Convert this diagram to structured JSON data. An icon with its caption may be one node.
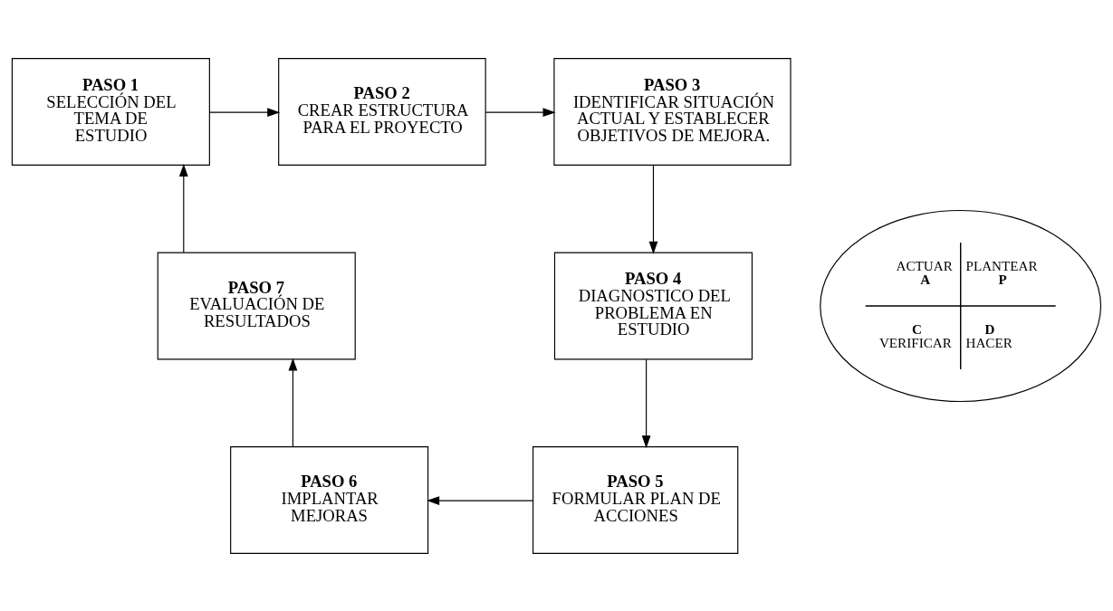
{
  "diagram": {
    "nodes": [
      {
        "text": [
          "PASO 1",
          "SELECCIÓN DEL TEMA DE ESTUDIO"
        ]
      },
      {
        "text": [
          "PASO 2",
          "CREAR ESTRUCTURA PARA EL PROYECTO"
        ]
      },
      {
        "text": [
          "PASO 3",
          "IDENTIFICAR SITUACIÓN ACTUAL Y ESTABLECER OBJETIVOS DE MEJORA."
        ]
      },
      {
        "text": [
          "PASO 7",
          "EVALUACIÓN DE RESULTADOS"
        ]
      },
      {
        "text": [
          "ACTUAR",
          "A",
          "PLANTEAR",
          "P",
          "C",
          "VERIFICAR",
          "D",
          "HACER"
        ]
      },
      {
        "text": [
          "PASO 4",
          "DIAGNOSTICO DEL PROBLEMA EN ESTUDIO"
        ]
      },
      {
        "text": [
          "PASO 6",
          "IMPLANTAR MEJORAS"
        ]
      },
      {
        "text": [
          "PASO 5",
          "FORMULAR PLAN DE ACCIONES"
        ]
      }
    ],
    "edges": [
      {
        "from": 0,
        "to": 1,
        "arrow": "to"
      },
      {
        "from": 1,
        "to": 2,
        "arrow": "to"
      },
      {
        "from": 2,
        "to": 5,
        "arrow": "to"
      },
      {
        "from": 5,
        "to": 7,
        "arrow": "to"
      },
      {
        "from": 7,
        "to": 6,
        "arrow": "to"
      },
      {
        "from": 6,
        "to": 3,
        "arrow": "to"
      },
      {
        "from": 3,
        "to": 0,
        "arrow": "to"
      }
    ]
  }
}
